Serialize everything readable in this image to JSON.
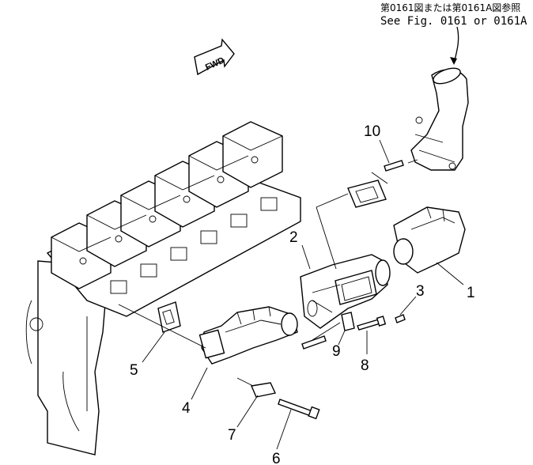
{
  "reference": {
    "japanese": "第0161図または第0161A図参照",
    "english": "See Fig. 0161 or 0161A"
  },
  "direction_marker": "FWD",
  "callouts": [
    {
      "id": "1",
      "label": "1"
    },
    {
      "id": "2",
      "label": "2"
    },
    {
      "id": "3",
      "label": "3"
    },
    {
      "id": "4",
      "label": "4"
    },
    {
      "id": "5",
      "label": "5"
    },
    {
      "id": "6",
      "label": "6"
    },
    {
      "id": "7",
      "label": "7"
    },
    {
      "id": "8",
      "label": "8"
    },
    {
      "id": "9",
      "label": "9"
    },
    {
      "id": "10",
      "label": "10"
    }
  ]
}
